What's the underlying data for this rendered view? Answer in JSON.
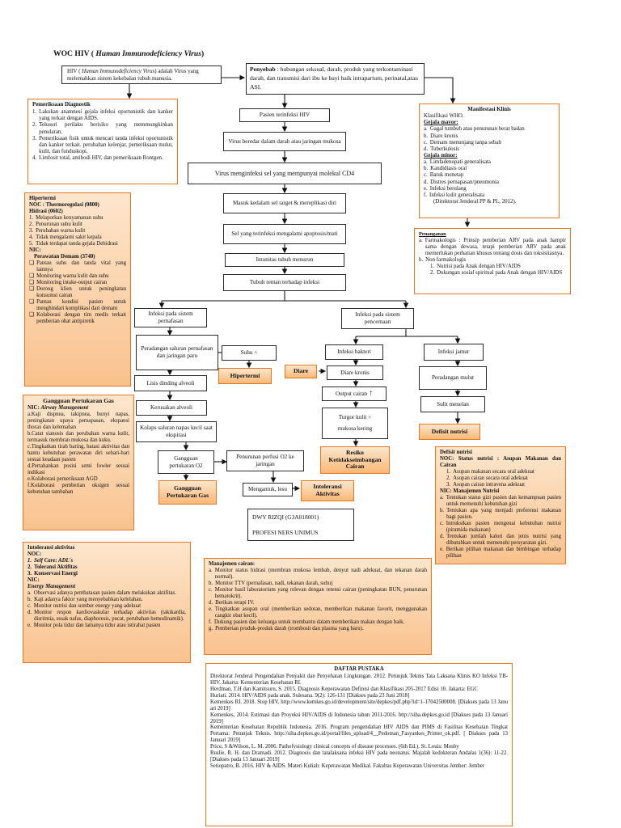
{
  "title": {
    "prefix": "WOC HIV (",
    "italic": " Human Immunodeficiency Virus",
    "suffix": ")"
  },
  "definition": {
    "p1": "HIV ( ",
    "p2": "Human Immunodeficiency Virus",
    "p3": ") adalah Virus yang melemahkan sistem kekebalan tubuh manusia."
  },
  "penyebab": {
    "label": "Penyebab",
    "text": " :  hubungan seksual, darah, produk yang terkontaminasi darah, dan transmisi dari ibu ke bayi baik intrapartum, perinatal,atau ASI."
  },
  "diagnostik": {
    "title": "Pemeriksaan Diagnostik",
    "items": [
      "Lakukan anamnesi gejala infeksi oportunistik dan kanker yang terkait dengan AIDS.",
      "Telusuri perilaku berisiko yang memmungkinkan penularan.",
      "Pemeriksaan fisik untuk mencari tanda infeksi oportunistik dan kanker terkait. perubahan kelenjar, pemeriksaan mulut, kulit, dan funduskopi.",
      "Limfosit total, antibodi HIV, dan pemeriksaan Rontgen."
    ]
  },
  "flow": {
    "f1": "Pasien terinfeksi HIV",
    "f2": "Virus beredar dalam darah atau jaringan mukosa",
    "f3": "Virus menginfeksi  sel yang mempunyai molekul CD4",
    "f4": "Masuk kedalam sel target & mereplikasi diri",
    "f5": "Sel yang terinfeksi mengalami apoptosis/mati",
    "f6": "Imunitas tubuh menurun",
    "f7": "Tubuh rentan terhadap infeksi",
    "resp": "Infeksi pada sistem pernafasan",
    "resp2": "Peradangan saluran pernafasan dan jaringan paru",
    "suhu": "Suhu ˄",
    "lisis": "Lisis dinding alveoli",
    "kerusakan": "Kerusakan alveoli",
    "kolaps": "Kolaps saluran napas kecil saat ekspirasi",
    "gangguan": "Gangguan pertukaran O2",
    "penurunan": "Penurunan perfusi O2 ke jaringan",
    "mengantuk": "Mengantuk, lesu",
    "cerna": "Infeksi pada sistem pencernaan",
    "bakteri": "Infeksi bakteri",
    "jamur": "Infeksi jamur",
    "diare_kronis": "Diare kronis",
    "output": "Output cairan",
    "turgor1": "Turgor kulit ˅",
    "turgor2": "mukosa kering",
    "radang_mulut": "Peradangan mulut",
    "sulit": "Sulit menelan",
    "credit1": "DWY RIZQI (G3A018001)",
    "credit2": "PROFESI NERS UNIMUS"
  },
  "tags": {
    "hipertermi": "Hipertermi",
    "diare": "Diare",
    "resiko": "Resiko Ketidakseimbangan Cairan",
    "defisit": "Defisit nutrisi",
    "gangguan_gas": "Gangguan Pertukaran Gas",
    "intoleransi": "Intoleransi Aktivitas"
  },
  "manifestasi": {
    "title": "Manifestasi Klinis",
    "sub": "Klasifikasi WHO.",
    "mayor_label": "Gejala mayor:",
    "mayor": [
      "Gagal tumbuh atau penurunan berat badan",
      "Diare kronis",
      "Demam menunjang tanpa sebab",
      "Tuberkulosis"
    ],
    "minor_label": "Gejala minor:",
    "minor": [
      "Limfadenopati generalisata",
      "Kandidiasis oral",
      "Batuk menetap",
      "Distres pernapasan/pneumonia",
      "Infeksi berulang",
      "Infeksi kulit generalisata"
    ],
    "source": "(Direktorat Jenderal PP & PL, 2012)."
  },
  "penanganan": {
    "title": "Penanganan",
    "a": "Farmakologis : Prinsip pemberian ARV pada anak hampir sama dengan dewasa, tetapi pemberian ARV pada anak memerlukan perhatian khusus  tentang dosis dan toksisitasnya.",
    "b": "Non farmakologis",
    "b1": "Nutrisi pada Anak dengan HIV/AIDS",
    "b2": "Dukungan sosial spiritual pada Anak dengan HIV/AIDS"
  },
  "hipertermi": {
    "title": "Hipertermi",
    "noc": "NOC : Thermoregulasi (0800)",
    "hidrasi": "Hidrasi (0602)",
    "items": [
      "Melaporkan kenyamanan suhu",
      "Penurunan suhu kulit",
      "Perubahan warna kulit",
      "Tidak mengalami sakit kepala",
      "Tidak terdapat tanda gejala Dehidrasi"
    ],
    "nic": "NIC:",
    "nic2": "Perawatan Demam (3740)",
    "acts": [
      "Pantau suhu dan tanda vital yang lainnya",
      "Monitoring warna kulit dan suhu",
      "Monitoring intake-output cairan",
      "Dorong klien untuk peningkatan konsumsi cairan",
      "Pantau kondisi pasien untuk menghindari komplikasi dari demam",
      "Kolaborasi dengan tim medis terkait pemberian obat antipiretik"
    ]
  },
  "gas": {
    "title": "Gangguan Pertukaran Gas",
    "nic": "NIC: ",
    "nic_i": "Airway Management",
    "items": [
      "a.Kaji dispnea, takipnea, bunyi napas, peningkatan upaya pernapasan, ekspansi thorax dan kelemahan",
      "b.Catat sianosis dan perubahan warna kulit, termasuk membran mukosa dan kuku.",
      "c.Tingkatkan tirah baring, batasi aktivitas dan bantu kebutuhan perawatan diri sehari-hari sesuai keadaan pasien",
      "d.Pertahankan posisi semi fowler sesuai indikasi",
      "e.Kolaborasi pemeriksaan AGD",
      "f.Kolaborasi pemberian oksigen sesuai kebutuhan tambahan"
    ]
  },
  "defisit": {
    "title": "Defisit nutrisi",
    "noc": "NOC: Status nutrisi : Asupan Makanan dan Cairan",
    "items": [
      "Asupan makanan secara oral adekuat",
      "Asupan cairan secara oral adekuat",
      "Asupan cairan intravena adekuat"
    ],
    "nic": "NIC: Manajemen Nutrisi",
    "acts": [
      "Tentukan status gizi pasien dan kemampuan pasien untuk memenuhi kebutuhan gizi",
      "Tentukan apa yang menjadi preferensi makanan bagi pasien.",
      "Intruksikan pasien mengenai kebutuhan nutrisi (piramida makanan)",
      "Tentukan jumlah kalori dan jenis nutrisi yang dibutuhkan untuk memenuhi persyaratan gizi.",
      "Berikan pilihan makanan dan bimbingan terhadap pilihan"
    ]
  },
  "intoleransi": {
    "title": "Intoleransi aktivitas",
    "noc": "NOC:",
    "nocs": [
      "Self Care: ADL's",
      "Toleransi Aktifitas",
      "Konservasi Energi"
    ],
    "nic": "NIC:",
    "nic2": "Energy Management",
    "acts": [
      "Observasi adanya pembatasan pasien dalam melakukan aktifitas.",
      "Kaji adanya faktor yang menyebabkan kelelahan.",
      "Monitor nutrisi  dan sumber energy yang adekuat",
      "Monitor respon kardiovaskular terhadap aktivitas (takikardia, disritmia, sesak nafas, diaphoresis, pucat, perubahan hemodinamik).",
      "Monitor pola tidur dan lamanya tidur atau istirahat pasien"
    ]
  },
  "cairan": {
    "title": "Manajemen cairan:",
    "items": [
      "Monitor status hidrasi (membran mukosa lembab, denyut nadi adekuat, dan tekanan darah normal).",
      "Monitor TTV (pernafasan, nadi, tekanan darah, suhu)",
      "Monitor hasil laboratorium yang relevan dengan retensi cairan (peningkatan BUN, penurunan hematokrit).",
      "Berikan terapi IV.",
      "Tingkatkan asupan oral (memberikan sedotan, memberikan makanan favorit, menggunakan cangkir obat kecil).",
      "Dukung pasien dan keluarga untuk membantu dalam memberikan makan dengan baik.",
      "Pemberian produk-produk darah (trombosit dan plasma yang baru)."
    ]
  },
  "pustaka": {
    "title": "DAFTAR PUSTAKA",
    "refs": [
      "Direktorat Jenderal Pengendalian Penyakit dan Penyehatan Lingkungan. 2012. Petunjuk Teknis Tata Laksana Klinis KO Infeksi TB-HIV. Jakarta: Kementerian Kesehatan RI.",
      "Herdman, T.H dan Kamitsuru, S. 2015. Diagnosis Keperawatan Definisi dan Klasifikasi 205-2017 Edisi 10. Jakarta: EGC",
      "Huriati. 2014. HIV/AIDS pada anak. Sulesana. 9(2): 126-131 [Diakses pada 23 Juni 2018]",
      "Kemenkes RI. 2018. Stop HIV. http://www.kemkes.go.id/development/site/depkes/pdf.php?id=1-17042500008. [Diakses pada 13 Januari 2019]",
      "Kemenkes, 2014. Estimasi dan Proyeksi HIV/AIDS di Indonesia tahun 2011-2016. http://siha.depkes.go.id [Diakses pada 13 Januari 2019]",
      "Kementerian Kesehatan Republik Indonesia. 2016.  Program pengendalian HIV AIDS dan PIMS di Fasilitas Kesehatan Tingkat Pertama: Petunjuk Teknis. http://siha.depkes.go.id/portal/files_upload/4__Pedoman_Fasyankes_Primer_ok.pdf. [ Diakses pada 13 Januari 2019]",
      "Price, S &Wilson, L. M. 2006. Pathofysiology clinical concepts of disease processes. (6th Ed.). St. Louis: Mosby",
      "Ruslie, R. H. dan Dramadi. 2012. Diagnosis dan tatalaksana infeksi HIV pada neonatus. Majalah kedokteran Andalas 1(36): 11-22. [Diakses pada 13 Januari 2019]",
      "Setiopatro, B. 2016. HIV & AIDS. Materi Kuliah: Keperawatan Medikal. Fakultas Keperawatan Universitas Jember: Jember"
    ]
  }
}
